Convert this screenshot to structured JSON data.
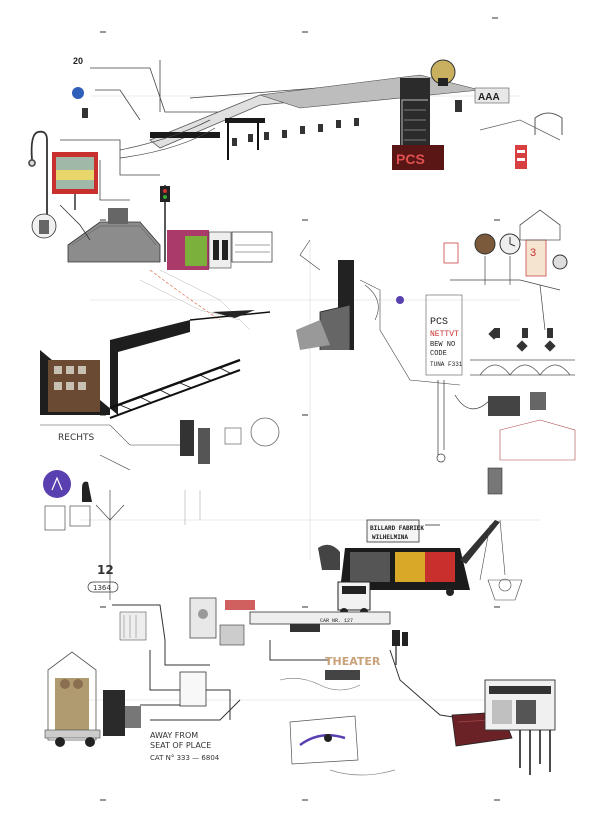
{
  "collage": {
    "labels": {
      "number_top": "20",
      "aaa_sign": "AAA",
      "pcs_red": "PCS",
      "pcs_sign": "PCS",
      "nettvt": "NETTVT",
      "bew_no": "BEW NO",
      "code": "CODE",
      "tuna": "TUNA F331",
      "rechts": "RECHTS",
      "number_12": "12",
      "code_1364": "1364",
      "billard_1": "BILLARD FABRIEK",
      "billard_2": "WILHELMINA",
      "theater": "THEATER",
      "away_from": "AWAY FROM",
      "seat_of_place": "SEAT OF PLACE",
      "cat_no": "CAT N° 333 — 6804",
      "panel_3": "3",
      "note_bottom": "CAR NR. 127"
    },
    "colors": {
      "ink": "#1c1c1c",
      "accent_red": "#c8302e",
      "accent_purple": "#5a3fb0",
      "accent_yellow": "#e0b020",
      "pale_grey": "#cfcfcf"
    },
    "icons": [
      "lamp-post-icon",
      "traffic-light-icon",
      "crane-icon",
      "staircase-icon",
      "warning-sign-icon",
      "globe-icon",
      "clock-icon",
      "truck-icon",
      "camera-icon",
      "cart-icon"
    ]
  }
}
